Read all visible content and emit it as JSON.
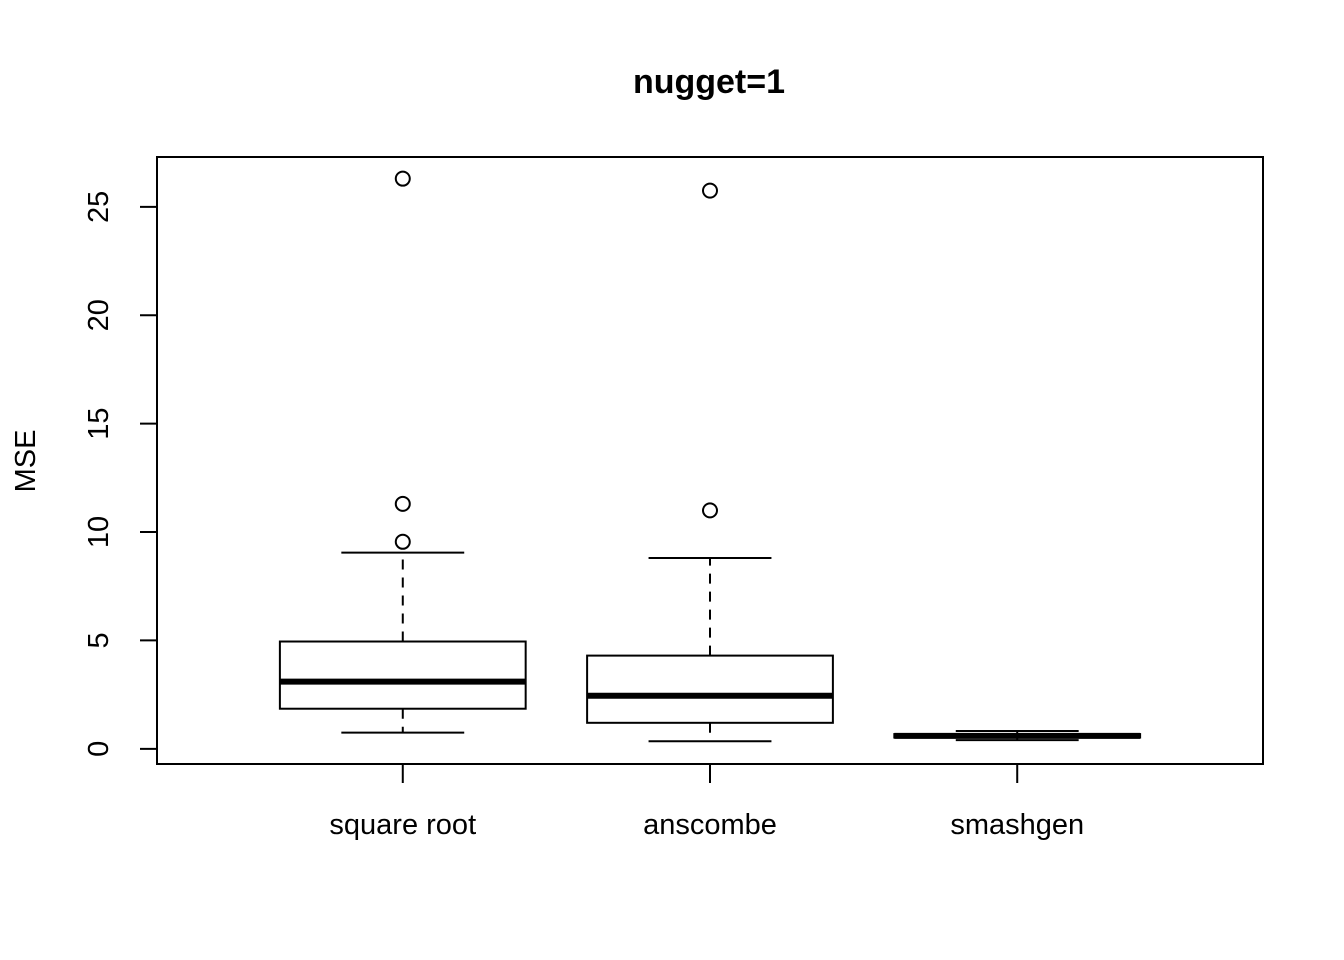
{
  "chart_data": {
    "type": "boxplot",
    "title": "nugget=1",
    "xlabel": "",
    "ylabel": "MSE",
    "ylim": [
      -0.7,
      27.3
    ],
    "yticks": [
      0,
      5,
      10,
      15,
      20,
      25
    ],
    "ytick_labels": [
      "0",
      "5",
      "10",
      "15",
      "20",
      "25"
    ],
    "grid": false,
    "categories": [
      "square root",
      "anscombe",
      "smashgen"
    ],
    "boxes": [
      {
        "category": "square root",
        "whisker_low": 0.75,
        "q1": 1.85,
        "median": 3.1,
        "q3": 4.95,
        "whisker_high": 9.05,
        "outliers": [
          9.55,
          11.3,
          26.3
        ]
      },
      {
        "category": "anscombe",
        "whisker_low": 0.35,
        "q1": 1.2,
        "median": 2.45,
        "q3": 4.3,
        "whisker_high": 8.8,
        "outliers": [
          11.0,
          25.75
        ]
      },
      {
        "category": "smashgen",
        "whisker_low": 0.4,
        "q1": 0.52,
        "median": 0.6,
        "q3": 0.68,
        "whisker_high": 0.82,
        "outliers": []
      }
    ]
  }
}
